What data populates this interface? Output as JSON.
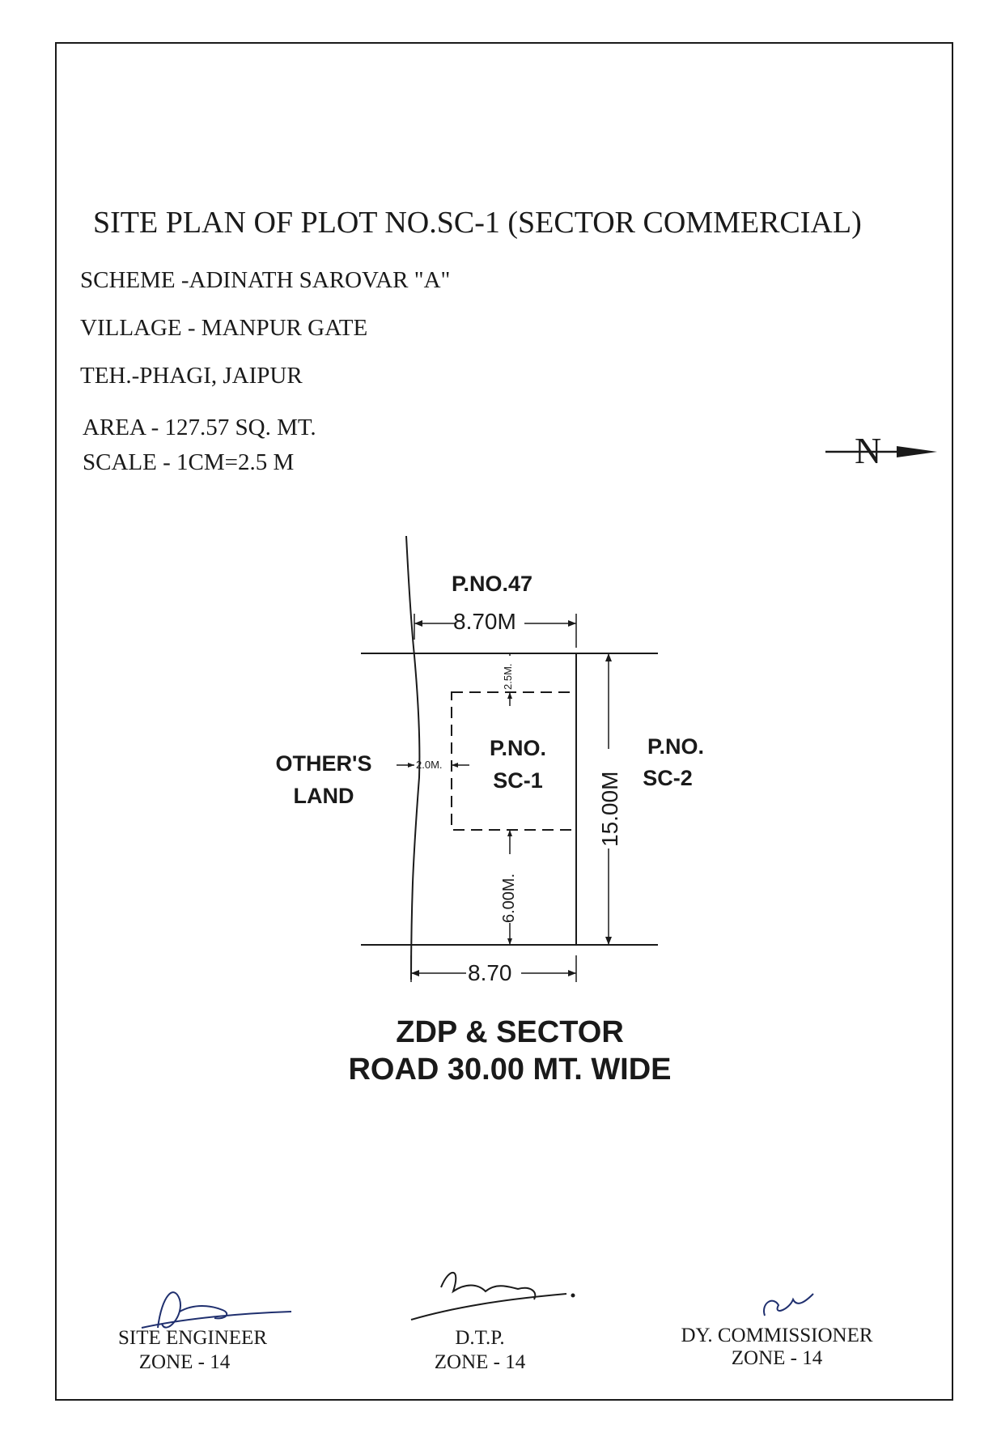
{
  "header": {
    "title": "SITE PLAN OF PLOT NO.SC-1 (SECTOR COMMERCIAL)",
    "scheme": "SCHEME -ADINATH SAROVAR \"A\"",
    "village": "VILLAGE  - MANPUR GATE",
    "tehsil": "TEH.-PHAGI, JAIPUR",
    "area": "AREA  - 127.57  SQ. MT.",
    "scale": "SCALE -  1CM=2.5 M",
    "north": "N"
  },
  "plan": {
    "top_neighbor": "P.NO.47",
    "left_neighbor_line1": "OTHER'S",
    "left_neighbor_line2": "LAND",
    "plot_line1": "P.NO.",
    "plot_line2": "SC-1",
    "right_neighbor_line1": "P.NO.",
    "right_neighbor_line2": "SC-2",
    "dim_top": "8.70M",
    "dim_bottom": "8.70",
    "dim_right": "15.00M",
    "setback_front": "6.00M.",
    "setback_rear": "2.5M.",
    "setback_side": "2.0M.",
    "road_line1": "ZDP & SECTOR",
    "road_line2": "ROAD 30.00 MT. WIDE"
  },
  "signatures": {
    "site_engineer_title": "SITE ENGINEER",
    "site_engineer_zone": "ZONE - 14",
    "dtp_title": "D.T.P.",
    "dtp_zone": "ZONE - 14",
    "dy_commissioner_title": "DY. COMMISSIONER",
    "dy_commissioner_zone": "ZONE - 14"
  }
}
